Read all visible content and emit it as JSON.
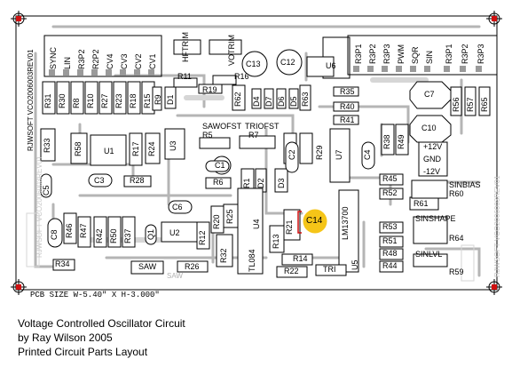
{
  "pcb": {
    "size_text": "PCB SIZE W-5.40\" X H-3.000\"",
    "vertical_id": "RJWSOFT VCO2006003REV01",
    "vertical_id_2": "RJWSOFT VCO2006003REV01",
    "mirror_text": "RJWSOFT VCO2006003REV01",
    "mirror_saw": "SAW",
    "highlight_component": "C14",
    "highlight_color": "#f5c518",
    "trace_color": "#b5b5b5",
    "pad_color": "#9a9a9a",
    "corner_mark_color": "#d01010"
  },
  "header_pins": [
    "SYNC",
    "LIN",
    "R3P2",
    "R2P2",
    "CV4",
    "CV3",
    "CV2",
    "CV1"
  ],
  "right_header_pins": [
    "R3P1",
    "R3P2",
    "R3P3",
    "PWM",
    "SQR",
    "SIN",
    "R3P1",
    "R3P2",
    "R3P3"
  ],
  "labels": {
    "hftrim": "HFTRIM",
    "votrim": "VOTRIM",
    "sawofst": "SAWOFST",
    "triofst": "TRIOFST",
    "sinbias": "SINBIAS",
    "sinshape": "SINSHAPE",
    "sinlvl": "SINLVL",
    "saw": "SAW",
    "tri": "TRI",
    "plus12": "+12V",
    "gnd": "GND",
    "minus12": "-12V"
  },
  "resistors_left": [
    "R31",
    "R30",
    "R8",
    "R10",
    "R27",
    "R23",
    "R18",
    "R15"
  ],
  "resistors_left_2": [
    "R29",
    "R28",
    "R26",
    "R22",
    "R21",
    "R19",
    "R17",
    "R16"
  ],
  "components": {
    "r9": "R9",
    "d1": "D1",
    "r11": "R11",
    "r19": "R19",
    "r16": "R16",
    "c13": "C13",
    "c12": "C12",
    "u6": "U6",
    "r62": "R62",
    "d4": "D4",
    "d7": "D7",
    "d6": "D6",
    "d5": "D5",
    "r63": "R63",
    "r35": "R35",
    "r40": "R40",
    "r41": "R41",
    "c7": "C7",
    "c10": "C10",
    "r56": "R56",
    "r57": "R57",
    "r65": "R65",
    "r33": "R33",
    "r58": "R58",
    "u1": "U1",
    "r17": "R17",
    "r24": "R24",
    "u3": "U3",
    "r5": "R5",
    "r7": "R7",
    "c1": "C1",
    "c2": "C2",
    "r29": "R29",
    "u7": "U7",
    "c4": "C4",
    "r38": "R38",
    "r49": "R49",
    "c5": "C5",
    "c3": "C3",
    "r28": "R28",
    "r6": "R6",
    "r1": "R1",
    "d2": "D2",
    "d3": "D3",
    "r45": "R45",
    "r52": "R52",
    "r61": "R61",
    "r60": "R60",
    "c8": "C8",
    "r46": "R46",
    "r47": "R47",
    "r42": "R42",
    "r50": "R50",
    "r37": "R37",
    "q1": "Q1",
    "c6": "C6",
    "u2": "U2",
    "r12": "R12",
    "r20": "R20",
    "r25": "R25",
    "u4": "U4",
    "r21": "R21",
    "c14": "C14",
    "r13": "R13",
    "lm13700": "LM13700",
    "u5": "U5",
    "tl084": "TL084",
    "r32": "R32",
    "r53": "R53",
    "r51": "R51",
    "r48": "R48",
    "r44": "R44",
    "r64": "R64",
    "r59": "R59",
    "r34": "R34",
    "r26": "R26",
    "r14": "R14",
    "r22": "R22"
  },
  "caption": {
    "line1": "Voltage Controlled Oscillator Circuit",
    "line2": "by Ray Wilson 2005",
    "line3": "Printed Circuit Parts Layout"
  }
}
